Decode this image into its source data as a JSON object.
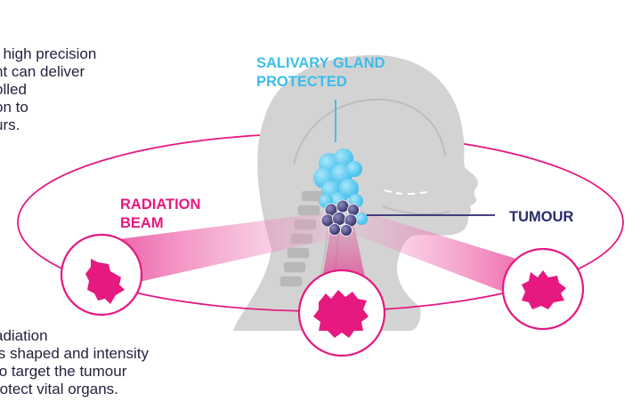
{
  "intro_text": [
    "f high precision",
    "nt can deliver",
    "olled",
    "on to",
    "urs."
  ],
  "outro_text": [
    "adiation",
    "is shaped and intensity",
    "to target the tumour",
    "rotect vital organs."
  ],
  "labels": {
    "gland": [
      "SALIVARY GLAND",
      "PROTECTED"
    ],
    "beam": [
      "RADIATION",
      "BEAM"
    ],
    "tumour": "TUMOUR"
  },
  "colors": {
    "magenta": "#e5197f",
    "beam_pink": "#f4a3cf",
    "gland_blue": "#3bbdec",
    "tumour_purple": "#3f3c7d",
    "navy_text": "#2b2a6e",
    "body_text": "#23233f",
    "head_gray": "#d3d3d3",
    "spine_gray": "#b0b0b0"
  }
}
